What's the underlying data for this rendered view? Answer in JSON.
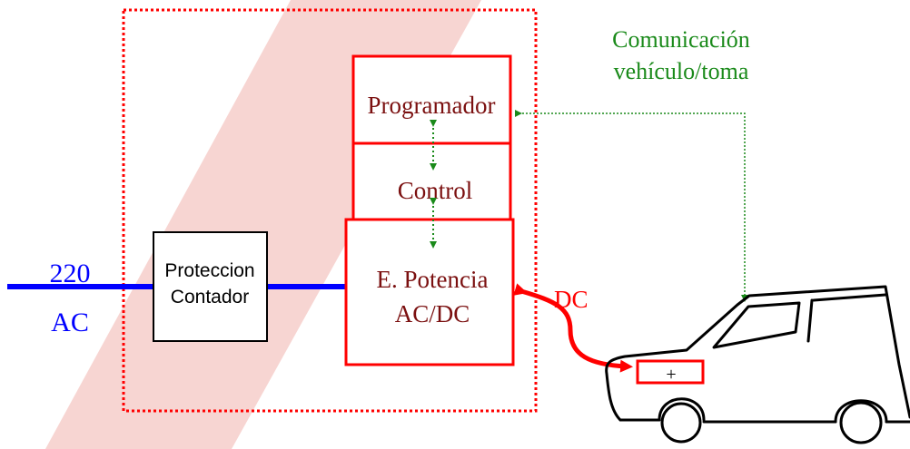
{
  "input": {
    "voltage": "220",
    "type": "AC"
  },
  "protection_box": {
    "line1": "Proteccion",
    "line2": "Contador"
  },
  "blocks": {
    "programador": "Programador",
    "control": "Control",
    "potencia_line1": "E. Potencia",
    "potencia_line2": "AC/DC"
  },
  "communication": {
    "line1": "Comunicación",
    "line2": "vehículo/toma"
  },
  "dc_label": "DC",
  "battery_port": "+",
  "colors": {
    "background_band": "#f7d5d2",
    "block_border": "#ff0000",
    "block_text": "#7b1010",
    "ac_line": "#0000ff",
    "communication": "#1a8a1a",
    "dc_arrow": "#ff0000",
    "enclosure": "#ff0000"
  }
}
